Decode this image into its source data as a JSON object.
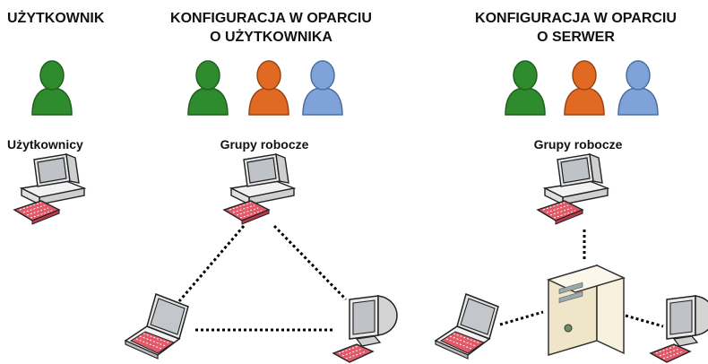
{
  "columns": [
    {
      "heading": "UŻYTKOWNIK",
      "group_label": "Użytkownicy"
    },
    {
      "heading_line1": "KONFIGURACJA W OPARCIU",
      "heading_line2": "O UŻYTKOWNIKA",
      "group_label": "Grupy robocze"
    },
    {
      "heading_line1": "KONFIGURACJA W OPARCIU",
      "heading_line2": "O SERWER",
      "group_label": "Grupy robocze"
    }
  ],
  "colors": {
    "user_green": "#2e8b2e",
    "user_orange": "#e06a22",
    "user_blue": "#7fa3d9",
    "keyboard_red": "#e05a6a",
    "server_beige": "#efe6c9",
    "connector": "#000000"
  },
  "icons": [
    "user-icon",
    "desktop-computer-icon",
    "laptop-icon",
    "crt-monitor-icon",
    "server-tower-icon"
  ]
}
